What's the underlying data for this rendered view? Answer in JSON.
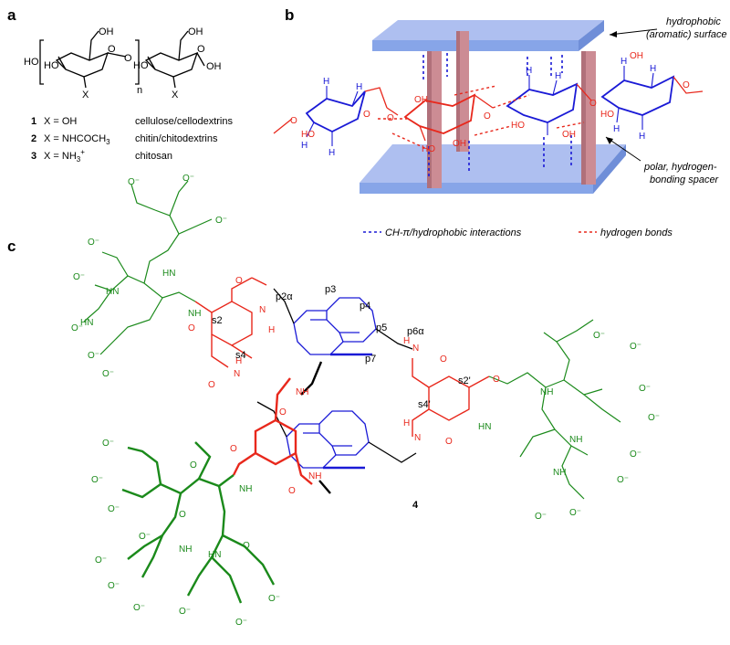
{
  "panels": {
    "a": "a",
    "b": "b",
    "c": "c"
  },
  "panel_a": {
    "atoms": {
      "oh": "OH",
      "ho": "HO",
      "o": "O",
      "x": "X",
      "n": "n"
    },
    "table": [
      {
        "num": "1",
        "x": "X = OH",
        "name": "cellulose/cellodextrins"
      },
      {
        "num": "2",
        "x": "X = NHCOCH",
        "sub": "3",
        "name": "chitin/chitodextrins"
      },
      {
        "num": "3",
        "x": "X = NH",
        "sub": "3",
        "sup": "+",
        "name": "chitosan"
      }
    ]
  },
  "panel_b": {
    "callout_top": [
      "hydrophobic",
      "(aromatic) surface"
    ],
    "callout_side": [
      "polar, hydrogen-",
      "bonding spacer"
    ],
    "legend": [
      {
        "label": "CH-π/hydrophobic interactions",
        "color": "#1a1ad6"
      },
      {
        "label": "hydrogen bonds",
        "color": "#e8281c"
      }
    ],
    "atoms": {
      "h": "H",
      "oh": "OH",
      "ho": "HO",
      "o": "O"
    }
  },
  "panel_c": {
    "compound_number": "4",
    "positions": [
      "p2α",
      "p3",
      "p4",
      "p5",
      "p6α",
      "p7",
      "s2",
      "s4",
      "s2'",
      "s4'"
    ],
    "atoms": {
      "nh": "NH",
      "hn": "HN",
      "n": "N",
      "h": "H",
      "o": "O",
      "o_minus": "O⁻",
      "minus": "−"
    }
  },
  "colors": {
    "red": "#e8281c",
    "blue": "#1a1ad6",
    "green": "#1b8a1b",
    "slab": "#87a5e8",
    "pillar": "#cc8c94"
  }
}
